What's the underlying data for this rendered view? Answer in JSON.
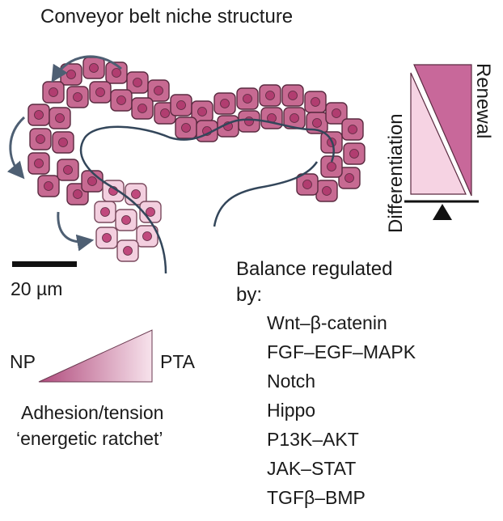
{
  "title": "Conveyor belt niche structure",
  "scale_bar_label": "20 µm",
  "balance": {
    "left_label": "Differentiation",
    "right_label": "Renewal"
  },
  "gradient": {
    "left_label": "NP",
    "right_label": "PTA",
    "caption_line1": "Adhesion/tension",
    "caption_line2": "‘energetic ratchet’"
  },
  "regulation": {
    "heading_line1": "Balance regulated",
    "heading_line2": "by:",
    "pathways": [
      "Wnt–β-catenin",
      "FGF–EGF–MAPK",
      "Notch",
      "Hippo",
      "P13K–AKT",
      "JAK–STAT",
      "TGFβ–BMP"
    ]
  },
  "colors": {
    "cell_dark": "#c76a92",
    "cell_border": "#5a2a40",
    "nucleus": "#b13d70",
    "cell_light": "#f3cfdf",
    "cell_light_border": "#7a4a5e",
    "nucleus_light": "#c0497d",
    "renewal_fill": "#c8689a",
    "differentiation_fill": "#f6d3e3",
    "arrow": "#4e5f73",
    "lumen_line": "#33465a"
  }
}
